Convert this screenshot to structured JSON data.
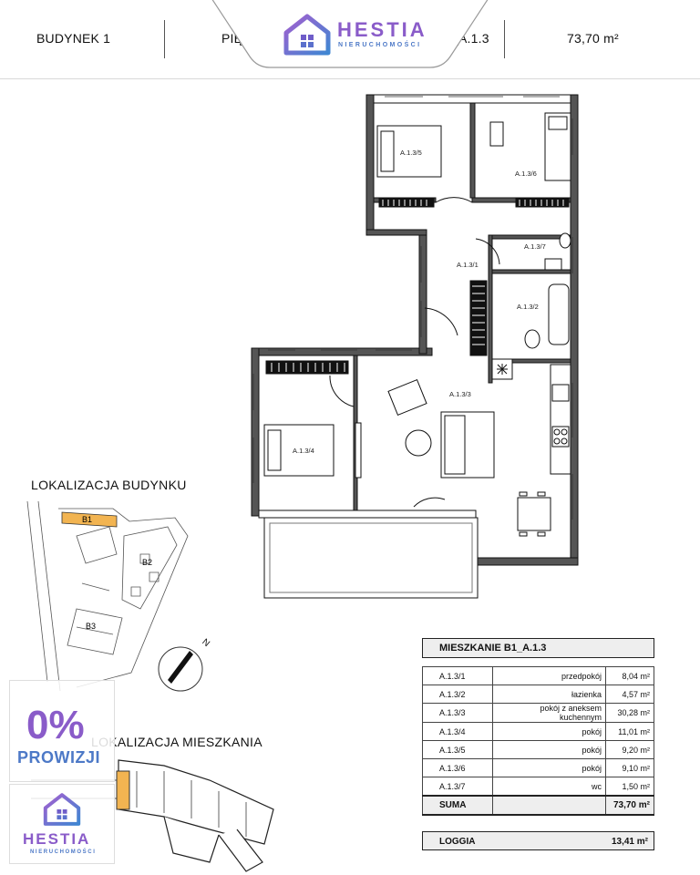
{
  "header": {
    "building": "BUDYNEK 1",
    "floor": "PIĘT",
    "apartment_code": "_A.1.3",
    "area": "73,70 m²"
  },
  "logo": {
    "name": "HESTIA",
    "subtitle": "NIERUCHOMOŚCI",
    "primary_color": "#8a5cc9",
    "secondary_color": "#4d79c7"
  },
  "plan": {
    "room_labels": [
      "A.1.3/5",
      "A.1.3/6",
      "A.1.3/7",
      "A.1.3/1",
      "A.1.3/2",
      "A.1.3/3",
      "A.1.3/4"
    ]
  },
  "sections": {
    "building_location": "LOKALIZACJA BUDYNKU",
    "apartment_location": "LOKALIZACJA MIESZKANIA",
    "compass": "N",
    "building_labels": [
      "B1",
      "B2",
      "B3"
    ]
  },
  "apartment_table": {
    "title": "MIESZKANIE B1_A.1.3",
    "rooms": [
      {
        "id": "A.1.3/1",
        "name": "przedpokój",
        "area": "8,04 m²"
      },
      {
        "id": "A.1.3/2",
        "name": "łazienka",
        "area": "4,57 m²"
      },
      {
        "id": "A.1.3/3",
        "name": "pokój z aneksem kuchennym",
        "area": "30,28 m²"
      },
      {
        "id": "A.1.3/4",
        "name": "pokój",
        "area": "11,01 m²"
      },
      {
        "id": "A.1.3/5",
        "name": "pokój",
        "area": "9,20 m²"
      },
      {
        "id": "A.1.3/6",
        "name": "pokój",
        "area": "9,10 m²"
      },
      {
        "id": "A.1.3/7",
        "name": "wc",
        "area": "1,50 m²"
      }
    ],
    "sum_label": "SUMA",
    "sum_area": "73,70 m²",
    "loggia_label": "LOGGIA",
    "loggia_area": "13,41 m²"
  },
  "promo": {
    "percent": "0%",
    "text": "PROWIZJI",
    "percent_color": "#8a5cc9",
    "text_color": "#4d79c7",
    "logo_name": "HESTIA",
    "logo_subtitle": "NIERUCHOMOŚCI"
  },
  "colors": {
    "highlight": "#f2b451"
  }
}
